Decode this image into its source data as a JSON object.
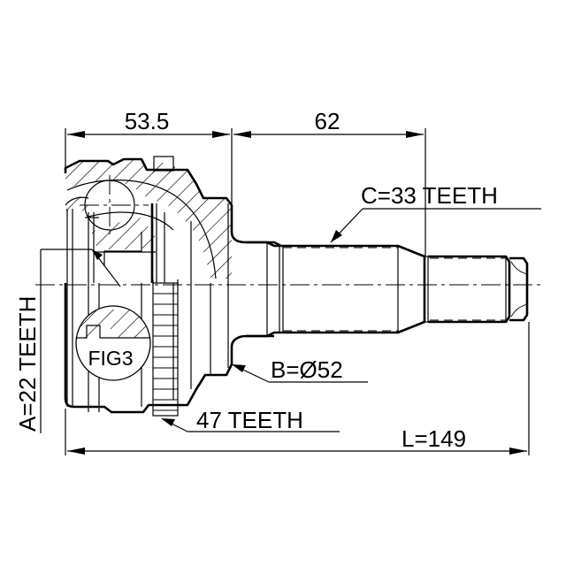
{
  "drawing": {
    "title": "CV Joint Outer (Drive Shaft End) Technical Drawing",
    "background_color": "#ffffff",
    "line_color": "#000000"
  },
  "dimensions": {
    "housing_length": "53.5",
    "shaft_length": "62",
    "total_length": "L=149",
    "abs_ring_diameter": "B=Ø52"
  },
  "callouts": {
    "inner_spline": "A=22 TEETH",
    "outer_spline": "C=33 TEETH",
    "abs_ring": "47 TEETH",
    "detail_figure": "FIG3"
  }
}
